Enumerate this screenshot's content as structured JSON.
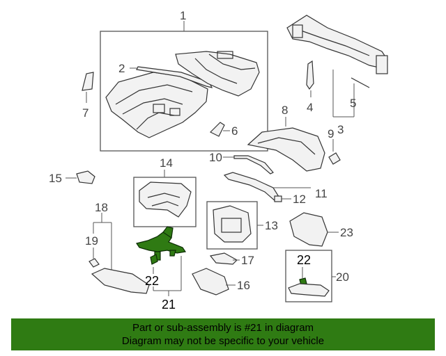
{
  "callouts": {
    "c1": "1",
    "c2": "2",
    "c3": "3",
    "c4": "4",
    "c5": "5",
    "c6": "6",
    "c7": "7",
    "c8": "8",
    "c9": "9",
    "c10": "10",
    "c11": "11",
    "c12": "12",
    "c13": "13",
    "c14": "14",
    "c15": "15",
    "c16": "16",
    "c17": "17",
    "c18": "18",
    "c19": "19",
    "c20": "20",
    "c21": "21",
    "c22a": "22",
    "c22b": "22",
    "c23": "23"
  },
  "highlight_color": "#2f7b13",
  "footer": {
    "line1": "Part or sub-assembly is #21 in diagram",
    "line2": "Diagram may not be specific to your vehicle"
  }
}
